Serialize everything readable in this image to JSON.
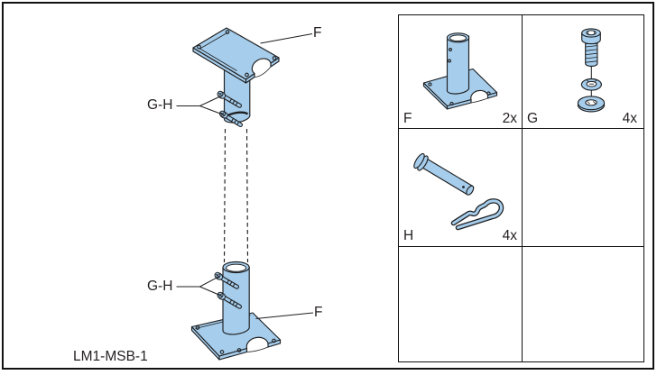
{
  "page": {
    "model_label": "LM1-MSB-1"
  },
  "diagram": {
    "callouts": {
      "upper_bracket": "F",
      "upper_hardware": "G-H",
      "lower_hardware": "G-H",
      "lower_bracket": "F"
    }
  },
  "parts_list": {
    "parts": [
      {
        "id": "F",
        "qty": "2x",
        "icon": "mast-base-bracket-icon"
      },
      {
        "id": "G",
        "qty": "4x",
        "icon": "bolt-with-washers-icon"
      },
      {
        "id": "H",
        "qty": "4x",
        "icon": "clevis-pin-r-clip-icon"
      }
    ]
  },
  "colors": {
    "part_fill": "#a6cdeb",
    "line": "#1e1f21",
    "text": "#231f20",
    "background": "#ffffff"
  }
}
